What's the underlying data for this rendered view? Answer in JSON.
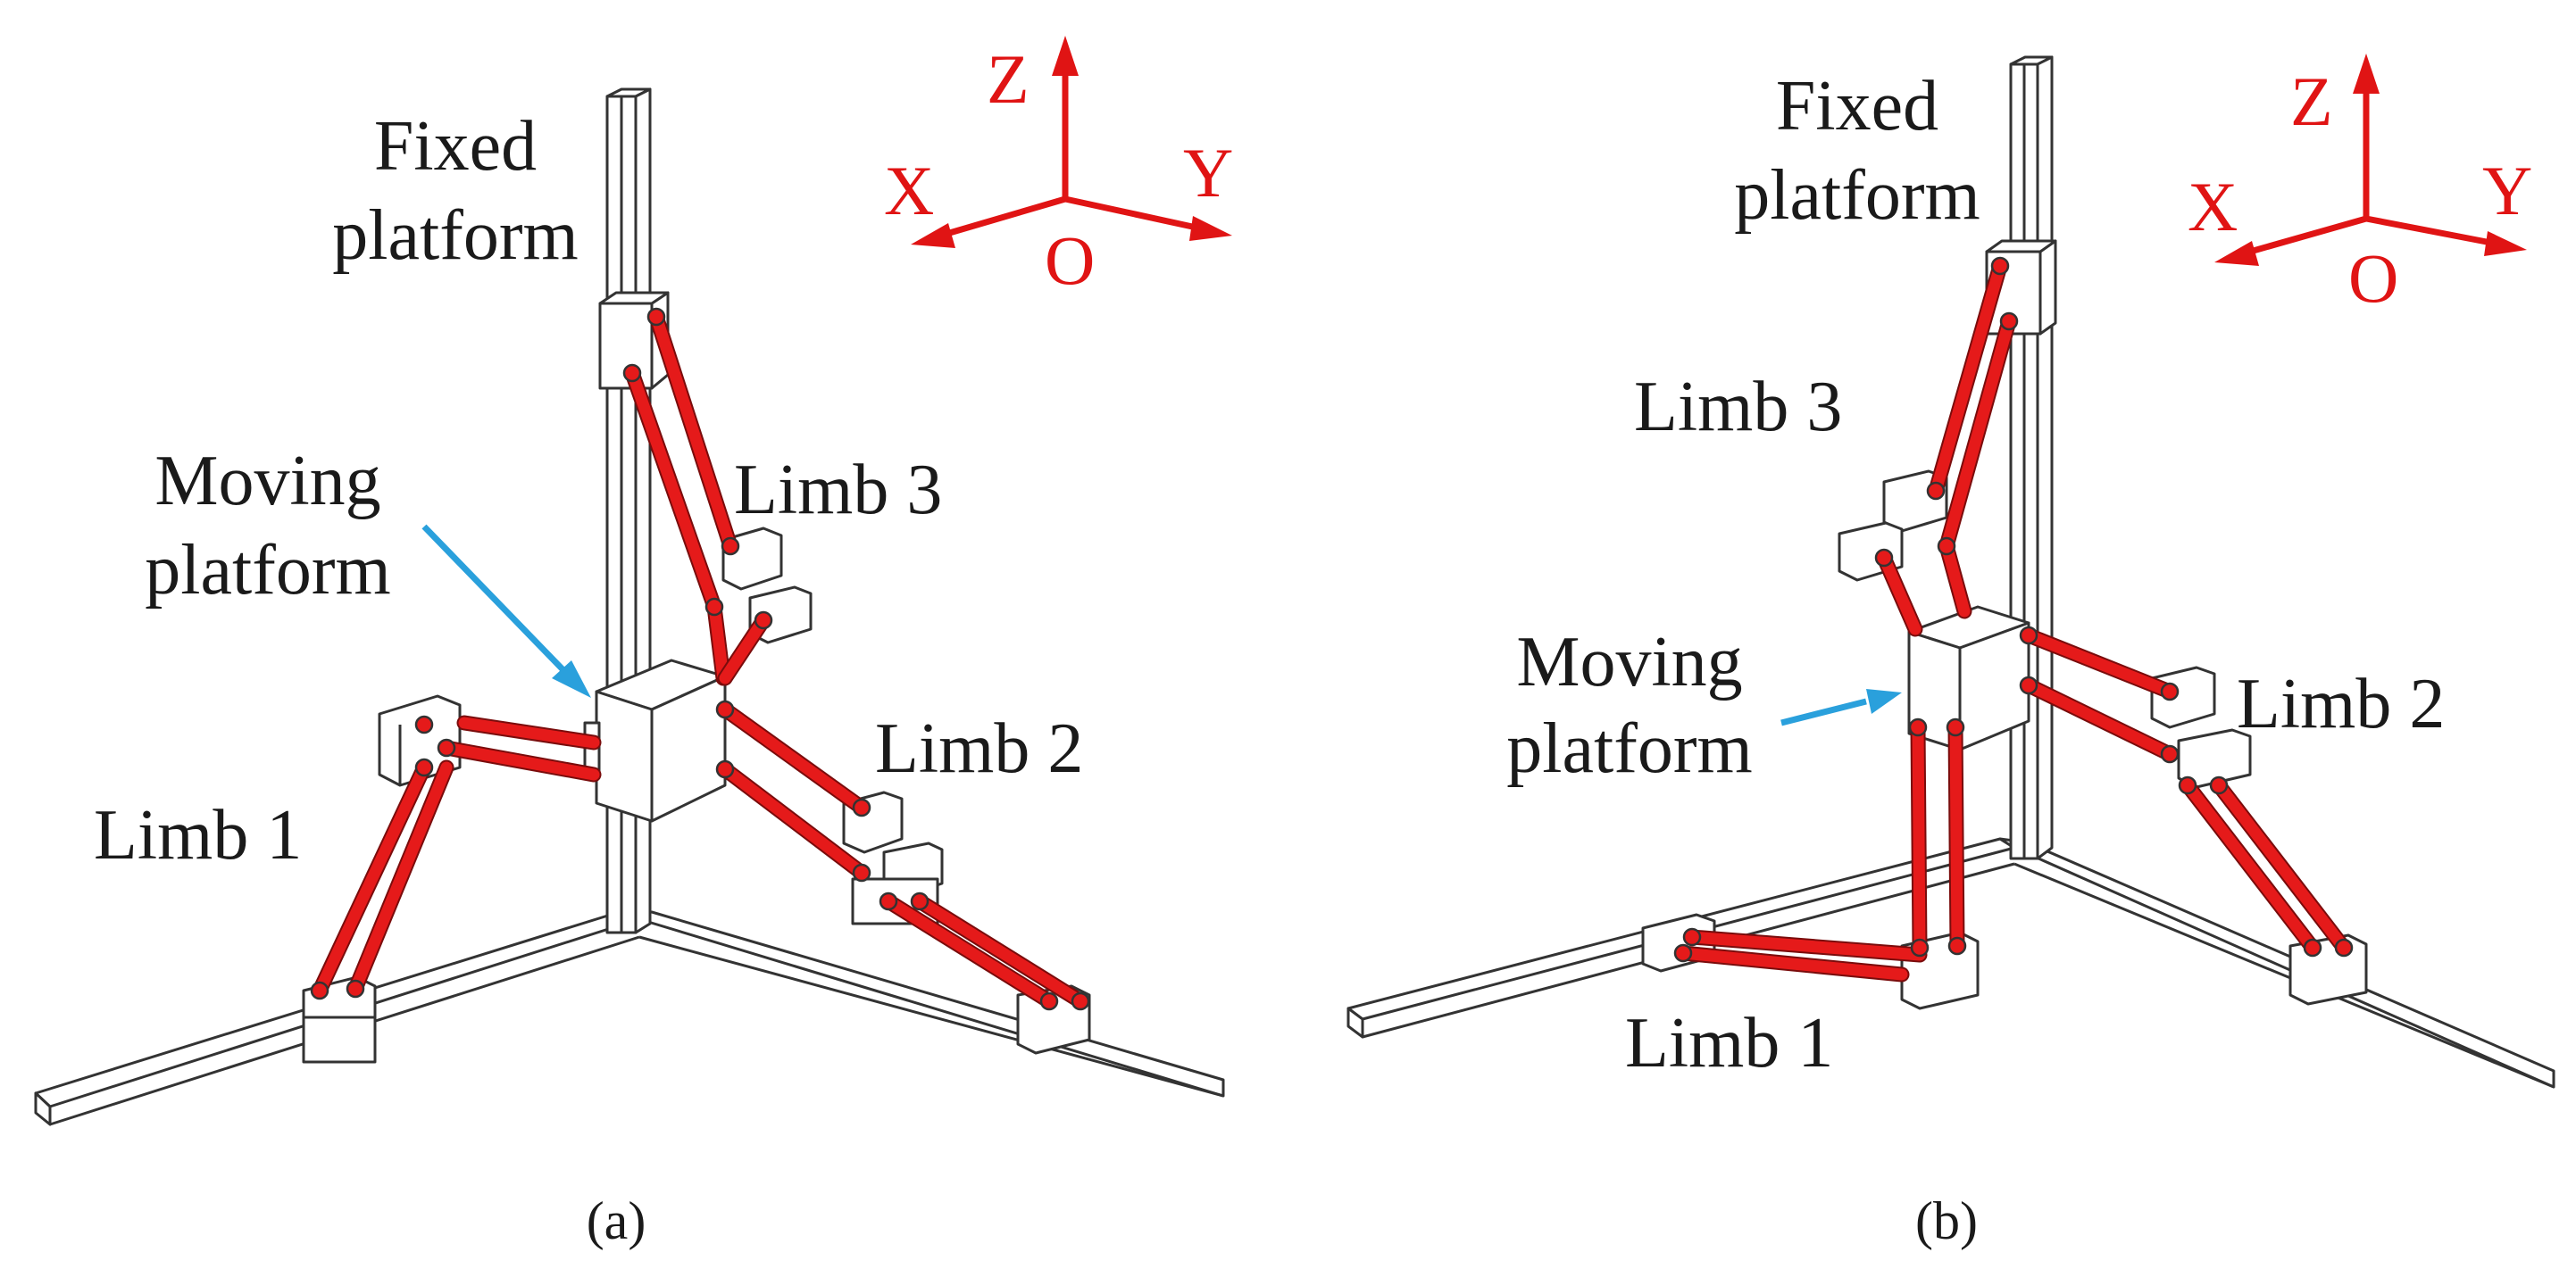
{
  "figure": {
    "panels": [
      {
        "id": "a",
        "caption": "(a)",
        "labels": {
          "fixed_platform": [
            "Fixed",
            "platform"
          ],
          "moving_platform": [
            "Moving",
            "platform"
          ],
          "limb_1": "Limb 1",
          "limb_2": "Limb 2",
          "limb_3": "Limb 3"
        },
        "axes": {
          "x": "X",
          "y": "Y",
          "z": "Z",
          "origin": "O"
        }
      },
      {
        "id": "b",
        "caption": "(b)",
        "labels": {
          "fixed_platform": [
            "Fixed",
            "platform"
          ],
          "moving_platform": [
            "Moving",
            "platform"
          ],
          "limb_1": "Limb 1",
          "limb_2": "Limb 2",
          "limb_3": "Limb 3"
        },
        "axes": {
          "x": "X",
          "y": "Y",
          "z": "Z",
          "origin": "O"
        }
      }
    ],
    "colors": {
      "limb_rods": "#e51a1a",
      "coordinate_axes": "#e01414",
      "pointer_arrow": "#2aa0dc",
      "frame_outline": "#333333"
    }
  }
}
